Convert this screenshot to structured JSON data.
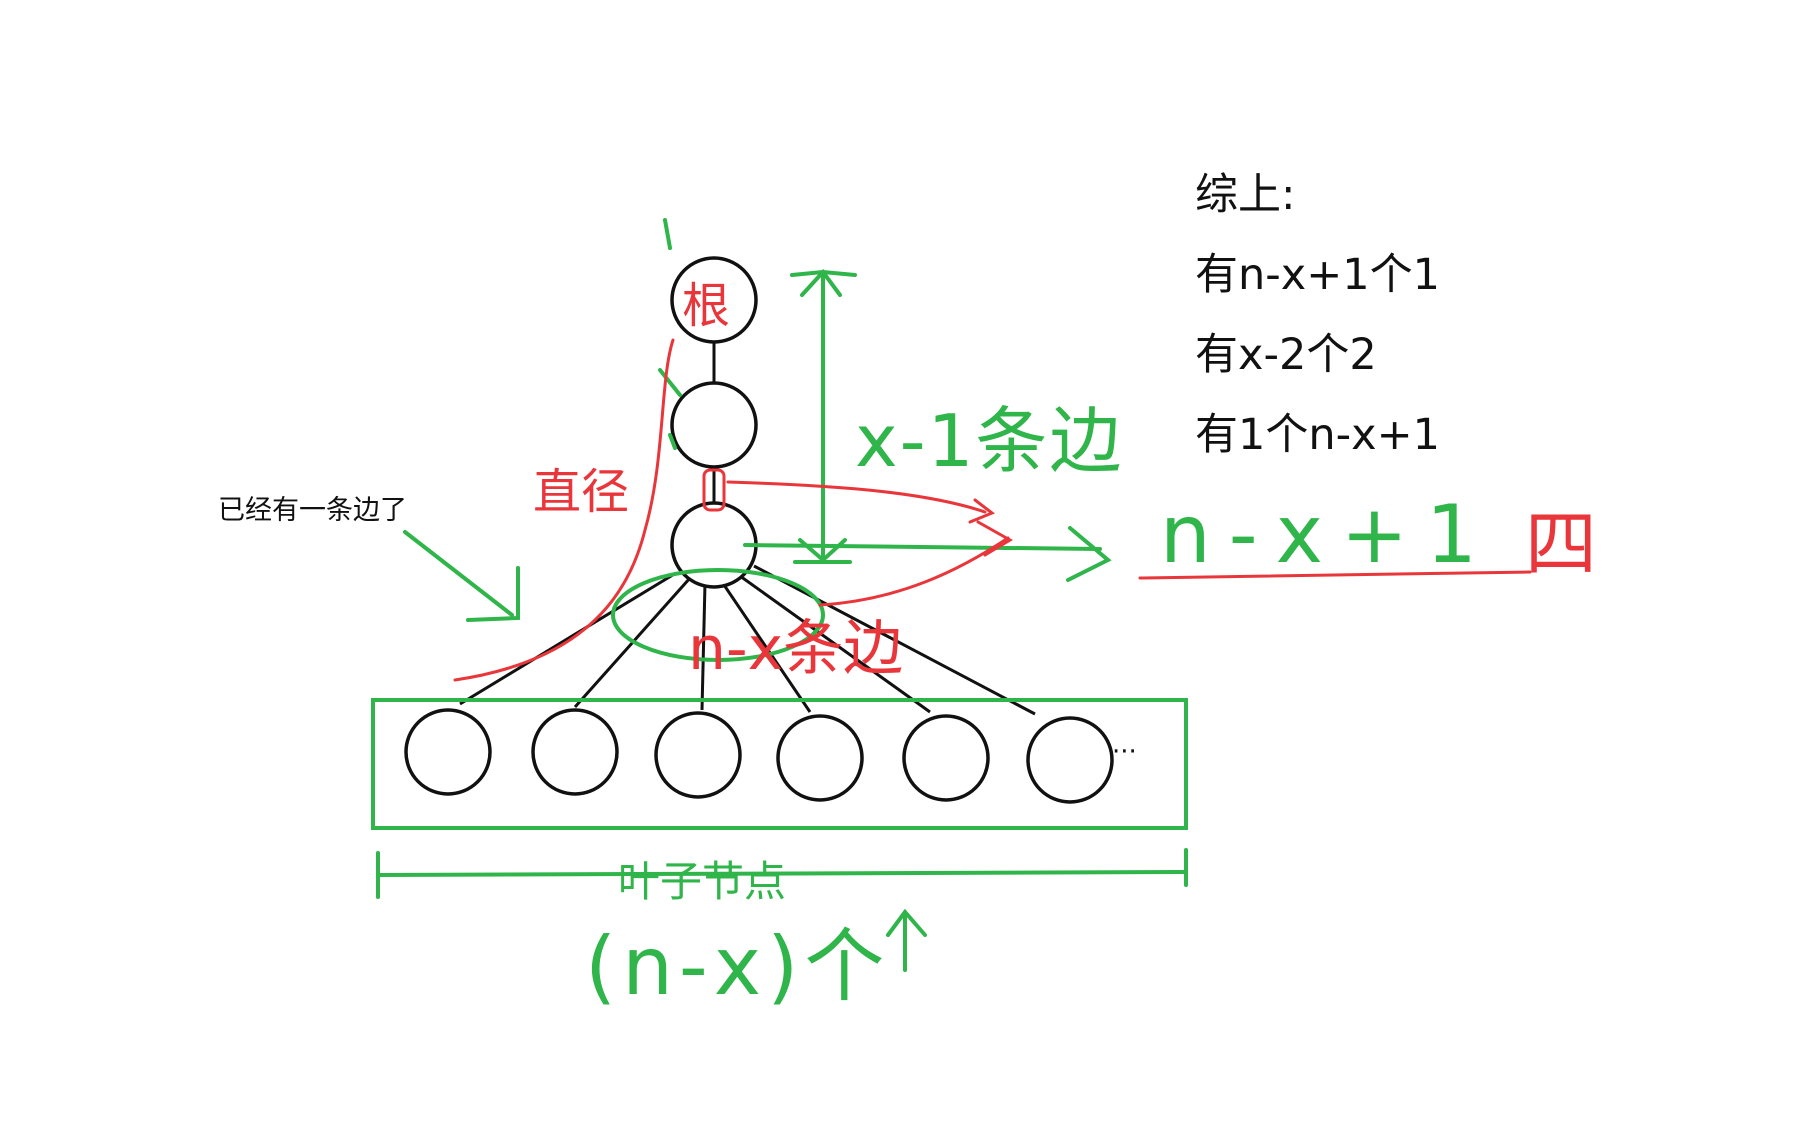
{
  "colors": {
    "ink": "#111111",
    "red": "#e8363b",
    "green": "#2fb54a",
    "background": "#ffffff"
  },
  "labels": {
    "root": "根",
    "diameter": "直径",
    "already_edge": "已经有一条边了",
    "x_minus_1_edges": "x-1条边",
    "n_minus_x_plus_1": "n-x+1",
    "n_minus_x_plus_1_suffix": "四",
    "n_minus_x_edges": "n-x条边",
    "leaf_nodes": "叶子节点",
    "leaf_count": "(n-x)个",
    "ellipsis": "···"
  },
  "summary": {
    "title": "综上:",
    "line1": "有n-x+1个1",
    "line2": "有x-2个2",
    "line3": "有1个n-x+1"
  }
}
